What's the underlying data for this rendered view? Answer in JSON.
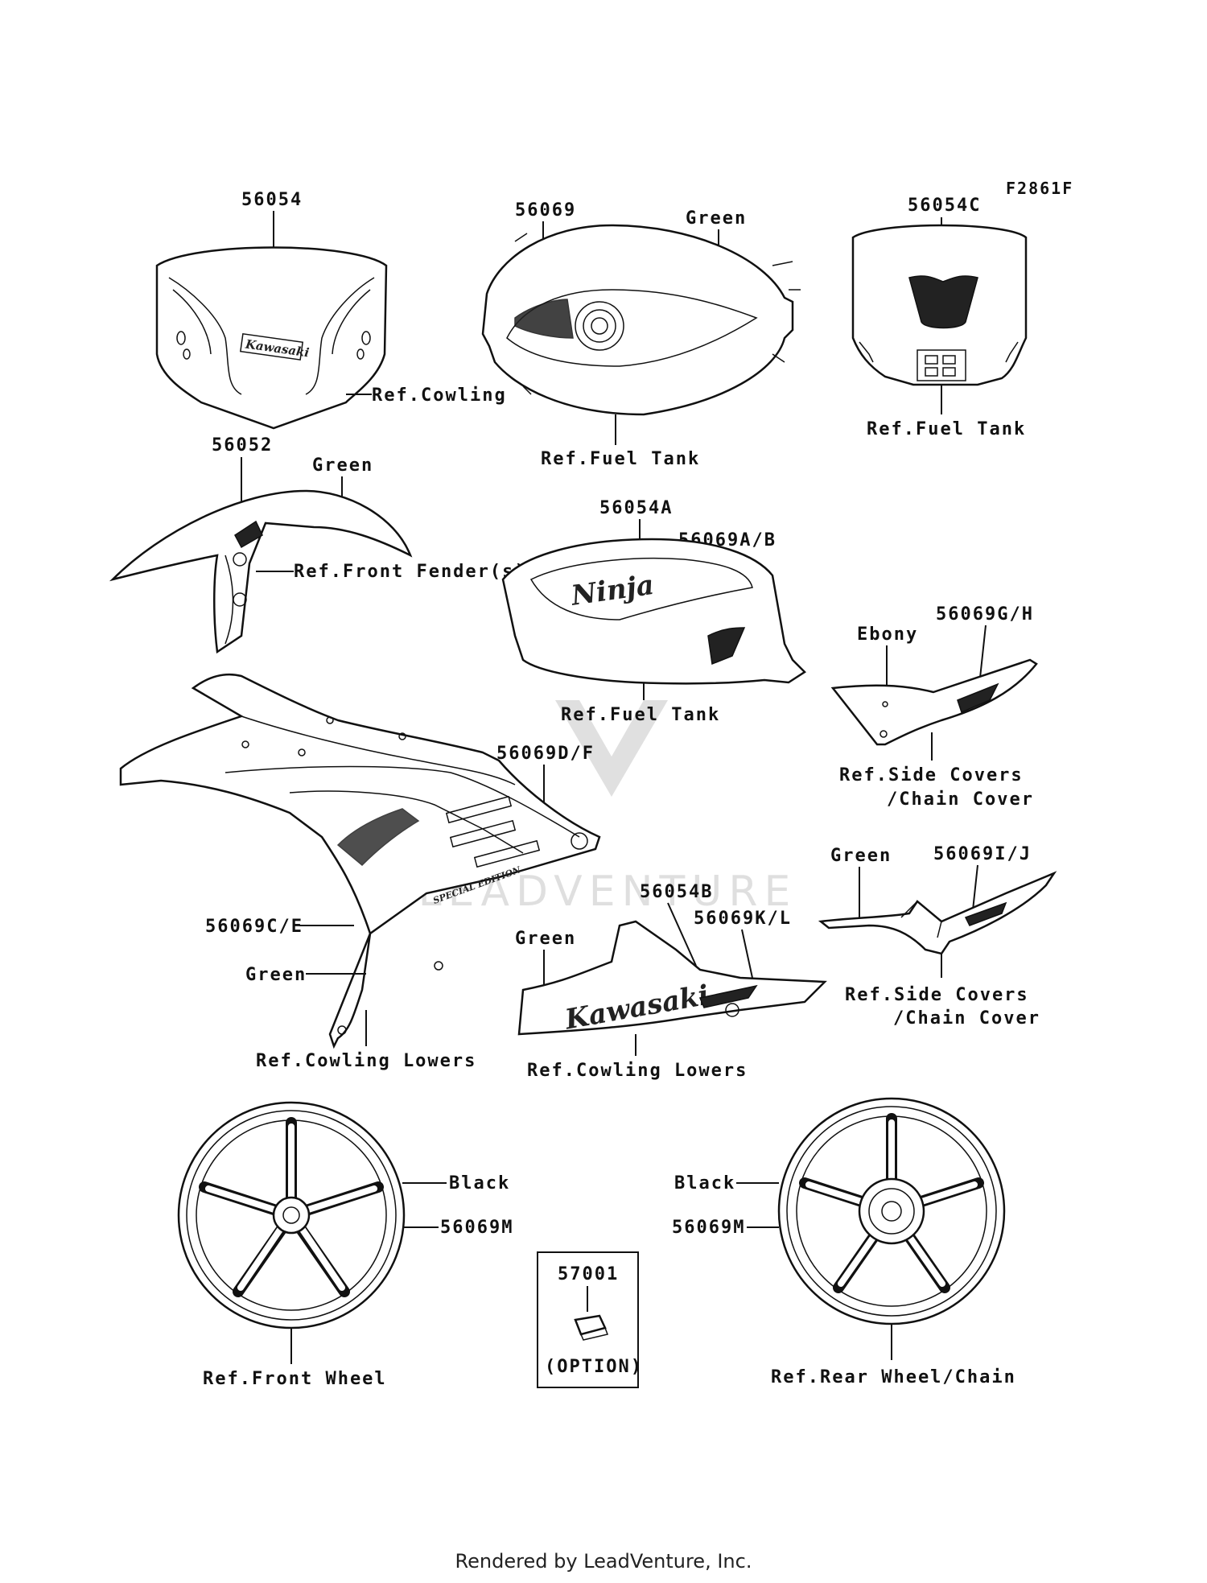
{
  "figure_code": "F2861F",
  "footer": "Rendered by LeadVenture, Inc.",
  "watermark": "LEADVENTURE",
  "logos": {
    "kawasaki": "Kawasaki",
    "ninja": "Ninja",
    "special_edition": "SPECIAL EDITION"
  },
  "labels": {
    "windscreen_part": "56054",
    "windscreen_ref": "Ref.Cowling",
    "tank_top_part": "56069",
    "tank_top_color": "Green",
    "tank_top_ref": "Ref.Fuel Tank",
    "tank_front_part": "56054C",
    "tank_front_ref": "Ref.Fuel Tank",
    "fender_part": "56052",
    "fender_color": "Green",
    "fender_ref": "Ref.Front Fender(s)",
    "tank_side_part_a": "56054A",
    "tank_side_part_b": "56069A/B",
    "tank_side_ref": "Ref.Fuel Tank",
    "side_cover_upper_color": "Ebony",
    "side_cover_upper_part": "56069G/H",
    "side_cover_upper_ref_1": "Ref.Side Covers",
    "side_cover_upper_ref_2": "/Chain Cover",
    "cowling_part_df": "56069D/F",
    "cowling_part_ce": "56069C/E",
    "cowling_color": "Green",
    "cowling_ref": "Ref.Cowling Lowers",
    "side_cover_lower_color": "Green",
    "side_cover_lower_part": "56069I/J",
    "side_cover_lower_ref_1": "Ref.Side Covers",
    "side_cover_lower_ref_2": "/Chain Cover",
    "lower_part_b": "56054B",
    "lower_part_kl": "56069K/L",
    "lower_color": "Green",
    "lower_ref": "Ref.Cowling Lowers",
    "front_wheel_color": "Black",
    "front_wheel_part": "56069M",
    "front_wheel_ref": "Ref.Front Wheel",
    "option_part": "57001",
    "option_label": "(OPTION)",
    "rear_wheel_color": "Black",
    "rear_wheel_part": "56069M",
    "rear_wheel_ref": "Ref.Rear Wheel/Chain"
  }
}
